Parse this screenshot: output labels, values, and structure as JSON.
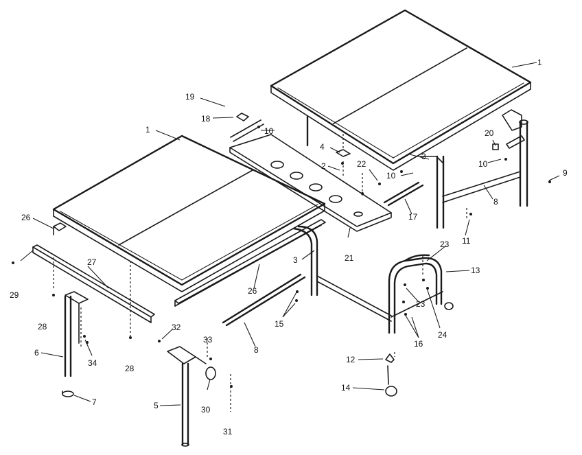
{
  "callouts": [
    "1",
    "1",
    "2",
    "3",
    "3",
    "4",
    "5",
    "6",
    "7",
    "8",
    "8",
    "9",
    "10",
    "10",
    "10",
    "11",
    "12",
    "13",
    "14",
    "15",
    "16",
    "17",
    "18",
    "19",
    "20",
    "21",
    "22",
    "23",
    "23",
    "24",
    "26",
    "26",
    "27",
    "28",
    "28",
    "29",
    "30",
    "31",
    "32",
    "33",
    "34"
  ]
}
